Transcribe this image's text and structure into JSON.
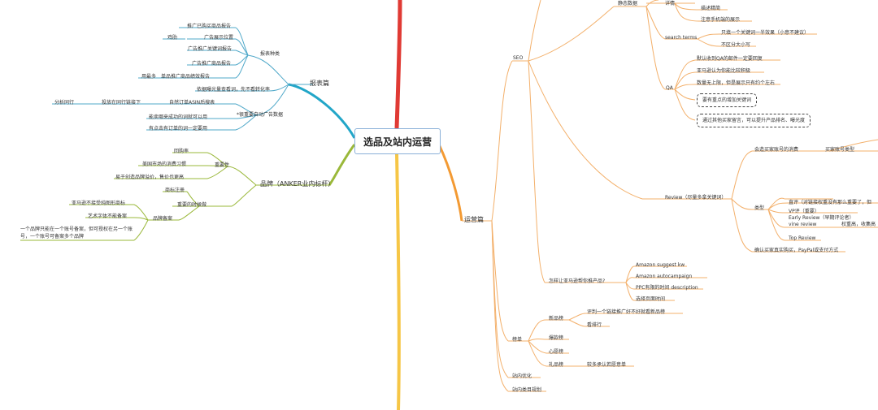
{
  "central_topic": "选品及站内运营",
  "left": {
    "report": {
      "label": "报表篇",
      "ads": {
        "label": "报表种类",
        "items": [
          "推广已购买商品报告",
          "广告展示位置",
          "广告推广关键词报告",
          "广告推广商品报告",
          "单品推广商品绩效报告"
        ],
        "notes": [
          "鸡肋",
          "用最多"
        ]
      },
      "items": [
        "依据曝光量查看词，先不看转化率"
      ],
      "auto_ads": {
        "label": "*很重要自动广告数据",
        "items": [
          "自然订单ASIN后搜表",
          "能卖哪来成功的词就可以用",
          "有点击有订单的词一定要用"
        ],
        "sub": "投放在同行链接下",
        "note": "分析同行"
      }
    },
    "brand": {
      "label": "品牌（ANKER业内标杆）",
      "importance": {
        "label": "重要性",
        "items": [
          "回购率",
          "美国市场的消费习惯",
          "易于创造品牌溢价，售价也更高"
        ]
      },
      "trademark": {
        "label": "重要的时候做",
        "items": [
          "商标注册"
        ]
      },
      "registry": {
        "label": "品牌备案",
        "items": [
          "亚马逊不接受纯图形商标",
          "艺术字体不能备案",
          "一个品牌只能在一个账号备案，但可授权在另一个账号，一个账号可备案多个品牌"
        ]
      }
    }
  },
  "right": {
    "ops": {
      "label": "运营篇",
      "seo": {
        "label": "SEO",
        "static": {
          "label": "静态数据",
          "detail": {
            "label": "详情",
            "items": [
              "描述精简",
              "注意手机端的展示"
            ]
          },
          "search_terms": {
            "label": "search terms",
            "items": [
              "只填一个关键词一半效果（小意不建议）",
              "不区分大小写"
            ]
          },
          "qa": {
            "label": "QA",
            "items": [
              "默认收到QA的邮件一定要回复",
              "亚马逊认为你能比较积极",
              "数量无上限，但是展示只有约个左右"
            ],
            "boxed": [
              "要有重点的增加关键词",
              "通过其他买家留言，可以提升产品排名、曝光度"
            ]
          }
        },
        "review": {
          "label": "Review（尽量多拿关键词）",
          "top": {
            "label": "会造买家账号的消费",
            "sub": "买家账号类型"
          },
          "types": {
            "label": "类型",
            "items": [
              "直评（对链接权重没有那么重要了，但",
              "VP评（重要）",
              "Early Review（早期评论者）",
              "vine review",
              "Top Review"
            ],
            "note": "权重高，收集高"
          },
          "bottom": "确认买家真实购买，PayPal或支付方式"
        }
      },
      "kw": {
        "label": "怎样让亚马逊帮你推产品?",
        "items": [
          "Amazon suggest kw",
          "Amazon autocampaign",
          "PPC有限的时间 description",
          "选择页面时间"
        ]
      },
      "rank": {
        "label": "榜单",
        "new": {
          "label": "新品榜",
          "items": [
            "评判一个链接推广好不好就看新品榜",
            "看排行"
          ]
        },
        "items": [
          "爆款榜",
          "心愿榜"
        ],
        "gift": {
          "label": "礼品榜",
          "items": [
            "较多承认若愿意单"
          ]
        }
      },
      "optimize": "站内优化",
      "category": "站内类目规划"
    }
  },
  "colors": {
    "branch_report": "#22a6c8",
    "branch_brand": "#9ab83a",
    "branch_ops": "#f39a33",
    "branch_top_red": "#e03a34",
    "branch_bottom_yellow": "#f6c646",
    "sub_line": "#7aa6d6",
    "ops_sub_line": "#f3b06b"
  }
}
